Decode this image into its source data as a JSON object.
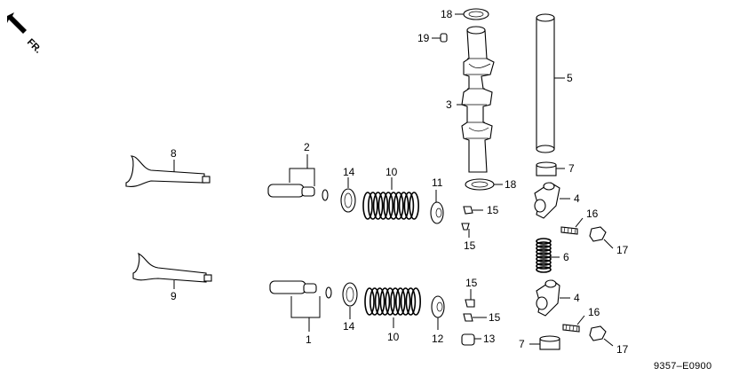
{
  "diagram": {
    "direction_marker": "FR.",
    "drawing_code": "9357–E0900",
    "callouts": {
      "c1": "1",
      "c2": "2",
      "c3": "3",
      "c4a": "4",
      "c4b": "4",
      "c5": "5",
      "c6": "6",
      "c7a": "7",
      "c7b": "7",
      "c8": "8",
      "c9": "9",
      "c10a": "10",
      "c10b": "10",
      "c11": "11",
      "c12": "12",
      "c13": "13",
      "c14a": "14",
      "c14b": "14",
      "c15a": "15",
      "c15b": "15",
      "c15c": "15",
      "c15d": "15",
      "c16a": "16",
      "c16b": "16",
      "c17a": "17",
      "c17b": "17",
      "c18a": "18",
      "c18b": "18",
      "c19": "19"
    }
  }
}
